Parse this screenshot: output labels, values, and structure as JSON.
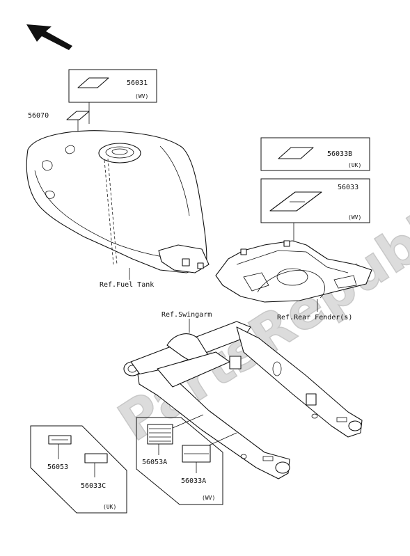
{
  "watermark": "PartsRepublik",
  "labels": {
    "p56031": "56031",
    "p56031_region": "(WV)",
    "p56070": "56070",
    "p56033B": "56033B",
    "p56033B_region": "(UK)",
    "p56033": "56033",
    "p56033_region": "(WV)",
    "ref_fuel_tank": "Ref.Fuel Tank",
    "ref_swingarm": "Ref.Swingarm",
    "ref_rear_fender": "Ref.Rear Fender(s)",
    "p56053": "56053",
    "p56033C": "56033C",
    "uk_group_region": "(UK)",
    "p56053A": "56053A",
    "p56033A": "56033A",
    "wv_group_region": "(WV)"
  },
  "icons": {
    "direction_arrow": "front-direction-arrow-icon"
  }
}
